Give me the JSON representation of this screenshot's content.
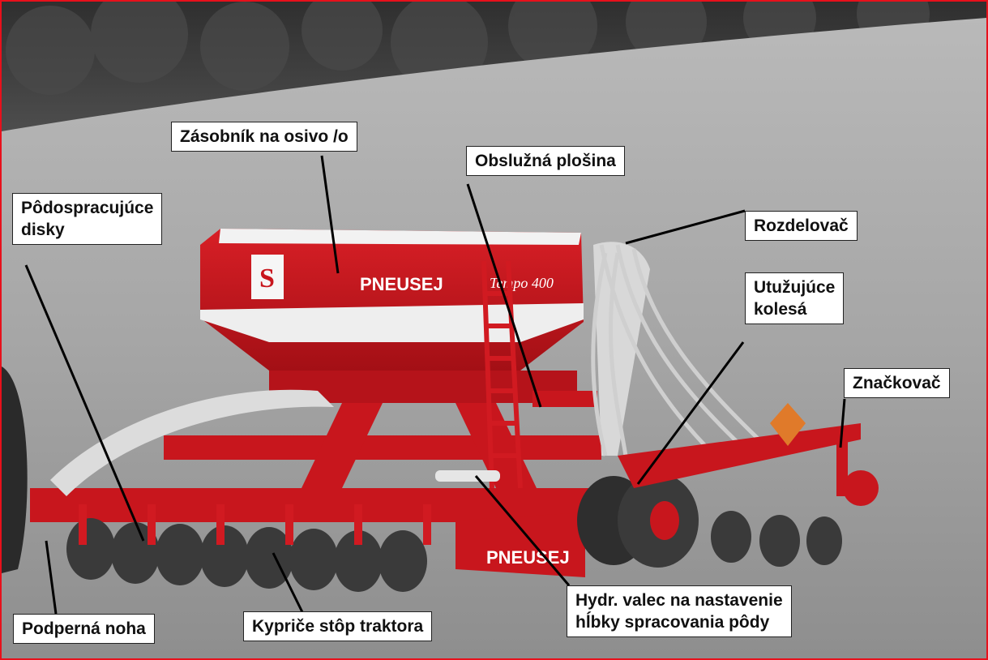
{
  "labels": {
    "seed_hopper": "Zásobník na osivo /o",
    "service_platform": "Obslužná plošina",
    "tillage_discs": "Pôdospracujúce\ndisky",
    "distributor": "Rozdelovač",
    "press_wheels": "Utužujúce\nkolesá",
    "marker": "Značkovač",
    "support_leg": "Podperná noha",
    "track_looseners": "Kypriče stôp traktora",
    "hydraulic_cylinder": "Hydr. valec na nastavenie\nhĺbky spracovania pôdy"
  },
  "machine": {
    "brand_hopper": "PNEUSEJ",
    "brand_frame": "PNEUSEJ",
    "model": "Tempo 400",
    "logo_letter": "S"
  },
  "colors": {
    "border": "#e8101b",
    "machine_red": "#c8161d",
    "hopper_white": "#f2f2f2",
    "field": "#a3a3a3",
    "forest": "#3a3a3a"
  }
}
